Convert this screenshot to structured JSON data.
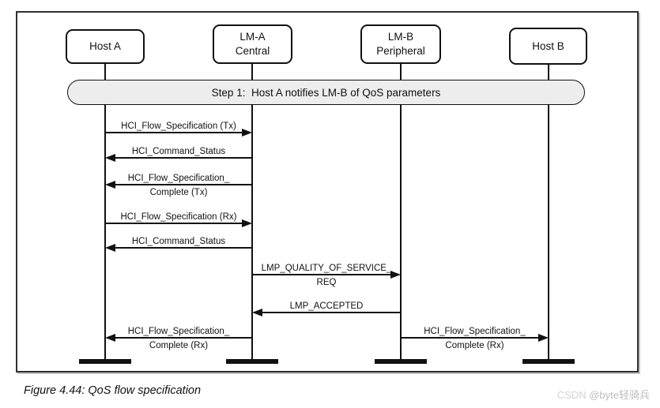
{
  "figure": {
    "caption": "Figure 4.44: QoS flow specification",
    "watermark": {
      "brand": "CSDN ",
      "user": "@byte轻骑兵"
    }
  },
  "diagram": {
    "step_banner": "Step 1:  Host A notifies LM-B of QoS parameters",
    "actors": [
      {
        "id": "host-a",
        "lines": [
          "Host A"
        ]
      },
      {
        "id": "lm-a",
        "lines": [
          "LM-A",
          "Central"
        ]
      },
      {
        "id": "lm-b",
        "lines": [
          "LM-B",
          "Peripheral"
        ]
      },
      {
        "id": "host-b",
        "lines": [
          "Host B"
        ]
      }
    ],
    "messages": [
      {
        "from": "host-a",
        "to": "lm-a",
        "label": "HCI_Flow_Specification (Tx)"
      },
      {
        "from": "lm-a",
        "to": "host-a",
        "label": "HCI_Command_Status"
      },
      {
        "from": "lm-a",
        "to": "host-a",
        "label": "HCI_Flow_Specification_",
        "label2": "Complete (Tx)"
      },
      {
        "from": "host-a",
        "to": "lm-a",
        "label": "HCI_Flow_Specification (Rx)"
      },
      {
        "from": "lm-a",
        "to": "host-a",
        "label": "HCI_Command_Status"
      },
      {
        "from": "lm-a",
        "to": "lm-b",
        "label": "LMP_QUALITY_OF_SERVICE_",
        "label2": "REQ"
      },
      {
        "from": "lm-b",
        "to": "lm-a",
        "label": "LMP_ACCEPTED"
      },
      {
        "from": "lm-a",
        "to": "host-a",
        "label": "HCI_Flow_Specification_",
        "label2": "Complete (Rx)"
      },
      {
        "from": "lm-b",
        "to": "host-b",
        "label": "HCI_Flow_Specification_",
        "label2": "Complete (Rx)"
      }
    ],
    "colors": {
      "line": "#111111",
      "banner_fill": "#ededed",
      "frame_border": "#2f2f2f",
      "watermark_gray": "#c8c8c8"
    }
  }
}
